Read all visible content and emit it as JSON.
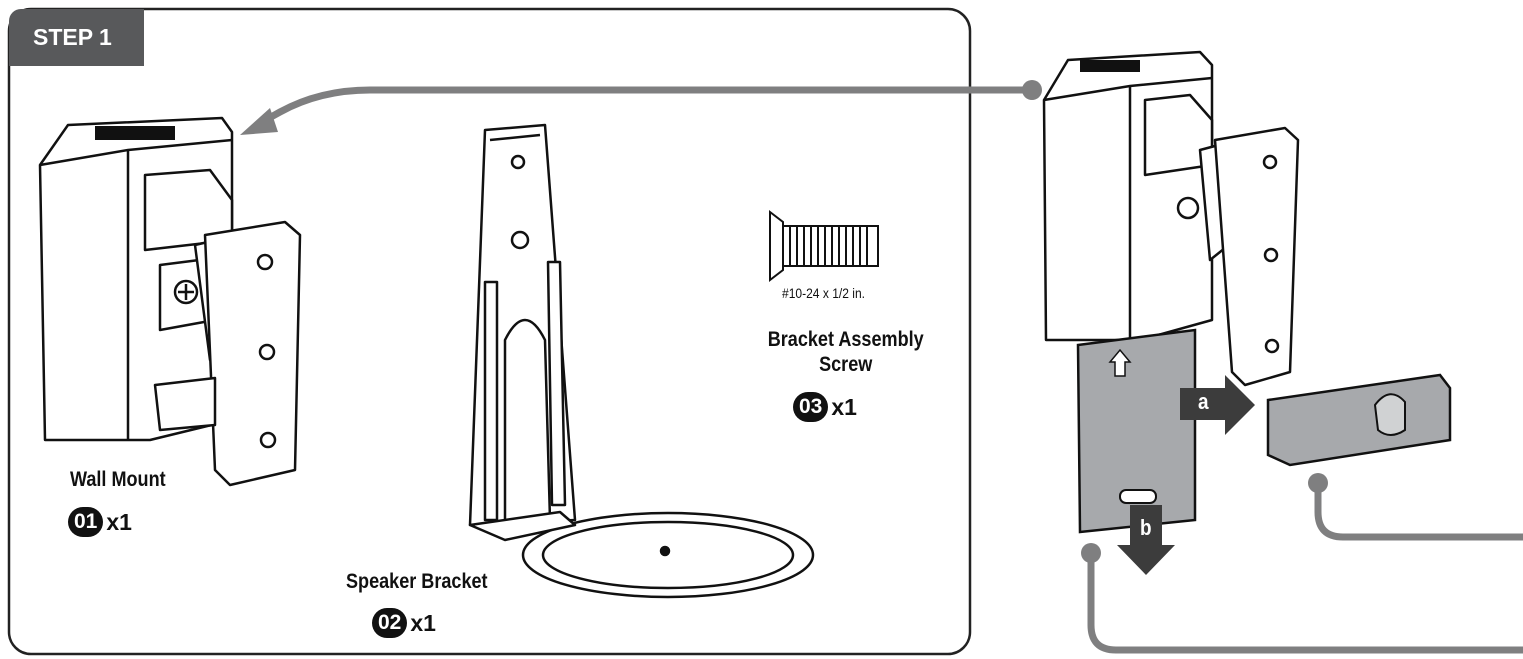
{
  "step": {
    "title": "STEP 1"
  },
  "parts": [
    {
      "name": "Wall Mount",
      "number": "01",
      "qty": "x1"
    },
    {
      "name": "Speaker Bracket",
      "number": "02",
      "qty": "x1"
    },
    {
      "name": "Bracket Assembly Screw",
      "number": "03",
      "qty": "x1",
      "spec": "#10-24 x 1/2 in."
    }
  ],
  "callouts": {
    "a": "a",
    "b": "b"
  },
  "colors": {
    "tab": "#58595b",
    "arrow": "#7f7f80",
    "removed_part": "#a7a9ac",
    "ink": "#111111"
  }
}
